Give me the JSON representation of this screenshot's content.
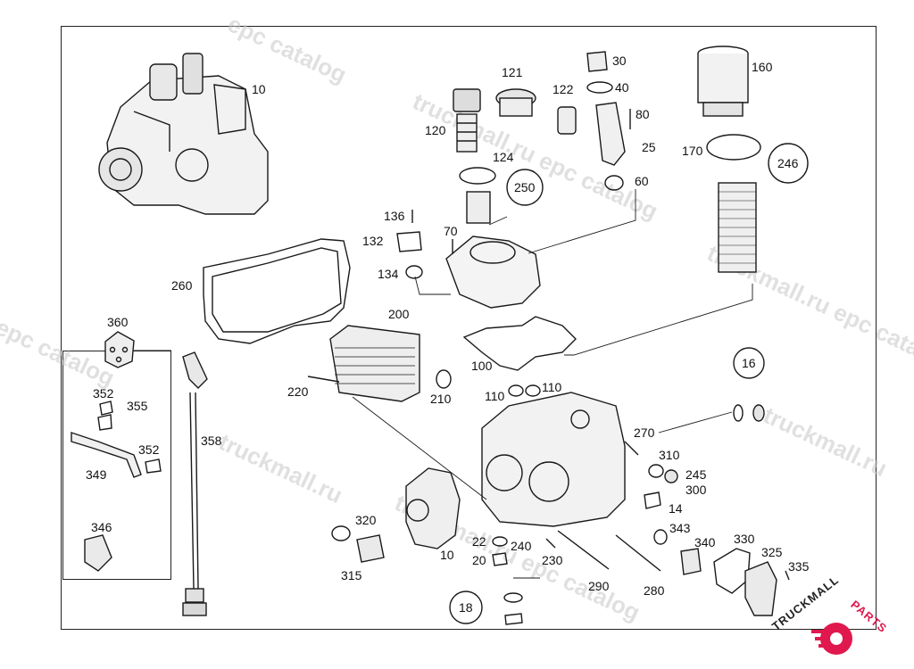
{
  "callouts": [
    {
      "key": "c10a",
      "text": "10"
    },
    {
      "key": "c30",
      "text": "30"
    },
    {
      "key": "c40",
      "text": "40"
    },
    {
      "key": "c121",
      "text": "121"
    },
    {
      "key": "c122",
      "text": "122"
    },
    {
      "key": "c80",
      "text": "80"
    },
    {
      "key": "c120",
      "text": "120"
    },
    {
      "key": "c25",
      "text": "25"
    },
    {
      "key": "c124",
      "text": "124"
    },
    {
      "key": "c60",
      "text": "60"
    },
    {
      "key": "c160",
      "text": "160"
    },
    {
      "key": "c170",
      "text": "170"
    },
    {
      "key": "c136",
      "text": "136"
    },
    {
      "key": "c132",
      "text": "132"
    },
    {
      "key": "c70",
      "text": "70"
    },
    {
      "key": "c134",
      "text": "134"
    },
    {
      "key": "c260",
      "text": "260"
    },
    {
      "key": "c200",
      "text": "200"
    },
    {
      "key": "c100",
      "text": "100"
    },
    {
      "key": "c360",
      "text": "360"
    },
    {
      "key": "c220",
      "text": "220"
    },
    {
      "key": "c210",
      "text": "210"
    },
    {
      "key": "c110a",
      "text": "110"
    },
    {
      "key": "c110b",
      "text": "110"
    },
    {
      "key": "c352a",
      "text": "352"
    },
    {
      "key": "c355",
      "text": "355"
    },
    {
      "key": "c358",
      "text": "358"
    },
    {
      "key": "c352b",
      "text": "352"
    },
    {
      "key": "c349",
      "text": "349"
    },
    {
      "key": "c270",
      "text": "270"
    },
    {
      "key": "c310",
      "text": "310"
    },
    {
      "key": "c245",
      "text": "245"
    },
    {
      "key": "c300",
      "text": "300"
    },
    {
      "key": "c14",
      "text": "14"
    },
    {
      "key": "c346",
      "text": "346"
    },
    {
      "key": "c320",
      "text": "320"
    },
    {
      "key": "c343",
      "text": "343"
    },
    {
      "key": "c340",
      "text": "340"
    },
    {
      "key": "c330",
      "text": "330"
    },
    {
      "key": "c22",
      "text": "22"
    },
    {
      "key": "c240",
      "text": "240"
    },
    {
      "key": "c10b",
      "text": "10"
    },
    {
      "key": "c20",
      "text": "20"
    },
    {
      "key": "c230",
      "text": "230"
    },
    {
      "key": "c325",
      "text": "325"
    },
    {
      "key": "c315",
      "text": "315"
    },
    {
      "key": "c335",
      "text": "335"
    },
    {
      "key": "c290",
      "text": "290"
    },
    {
      "key": "c280",
      "text": "280"
    }
  ],
  "circled": [
    {
      "key": "k250",
      "text": "250"
    },
    {
      "key": "k246",
      "text": "246"
    },
    {
      "key": "k16",
      "text": "16"
    },
    {
      "key": "k18",
      "text": "18"
    }
  ],
  "watermarks": [
    {
      "key": "w1",
      "text": "epc catalog"
    },
    {
      "key": "w2",
      "text": "truckmall.ru epc catalog"
    },
    {
      "key": "w3",
      "text": "truckmall.ru epc catalog"
    },
    {
      "key": "w4",
      "text": "epc catalog"
    },
    {
      "key": "w5",
      "text": "truckmall.ru"
    },
    {
      "key": "w6",
      "text": "truckmall.ru epc catalog"
    },
    {
      "key": "w7",
      "text": "truckmall.ru"
    }
  ],
  "logo": {
    "part1": "TRUCKMALL",
    "part2": "PARTS",
    "color_dark": "#222222",
    "color_accent": "#e0184d"
  }
}
